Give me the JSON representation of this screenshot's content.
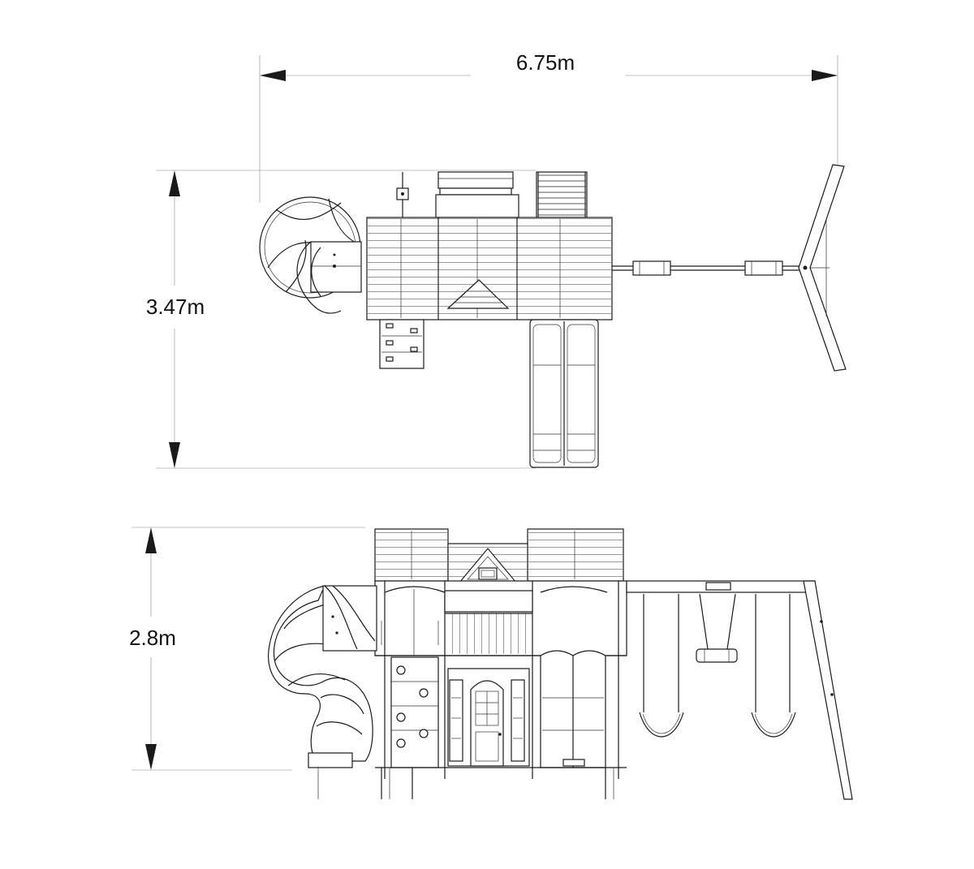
{
  "dimensions": {
    "width": "6.75m",
    "depth": "3.47m",
    "height": "2.8m"
  },
  "views": [
    "top-view",
    "front-view"
  ]
}
